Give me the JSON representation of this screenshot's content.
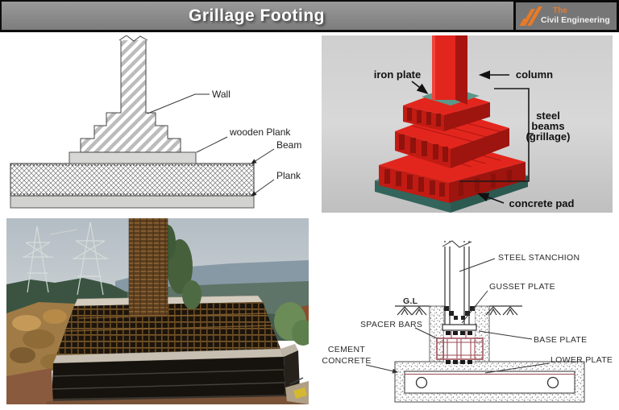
{
  "header": {
    "title": "Grillage Footing",
    "colors": {
      "bar_gray": "#8a8a8a",
      "accent_orange": "#e87a28"
    },
    "logo": {
      "the": "The",
      "name": "Civil Engineering"
    }
  },
  "panels": {
    "wall_diagram": {
      "labels": {
        "wall": "Wall",
        "wooden_plank": "wooden Plank",
        "beam": "Beam",
        "plank": "Plank"
      }
    },
    "grillage_3d": {
      "labels": {
        "iron_plate": "iron plate",
        "column": "column",
        "steel_beams_1": "steel",
        "steel_beams_2": "beams",
        "steel_beams_3": "(grillage)",
        "concrete_pad": "concrete pad"
      },
      "colors": {
        "steel_red": "#e3261d",
        "steel_red_dark": "#a81510",
        "concrete_pad_teal": "#4d8b7f"
      }
    },
    "photo": {
      "alt": "Construction photo of a grillage foundation: rusty steel rebar grid and central column cage inside dark timber formwork on a hilltop with lattice transmission towers and rock pile"
    },
    "section_diagram": {
      "labels": {
        "steel_stanchion": "STEEL STANCHION",
        "gusset_plate": "GUSSET PLATE",
        "ground_level": "G.L",
        "spacer_bars": "SPACER BARS",
        "base_plate": "BASE PLATE",
        "cement_concrete_line1": "CEMENT",
        "cement_concrete_line2": "CONCRETE",
        "lower_plate": "LOWER PLATE"
      },
      "colors": {
        "beam_outline_maroon": "#9b4a52"
      }
    }
  }
}
